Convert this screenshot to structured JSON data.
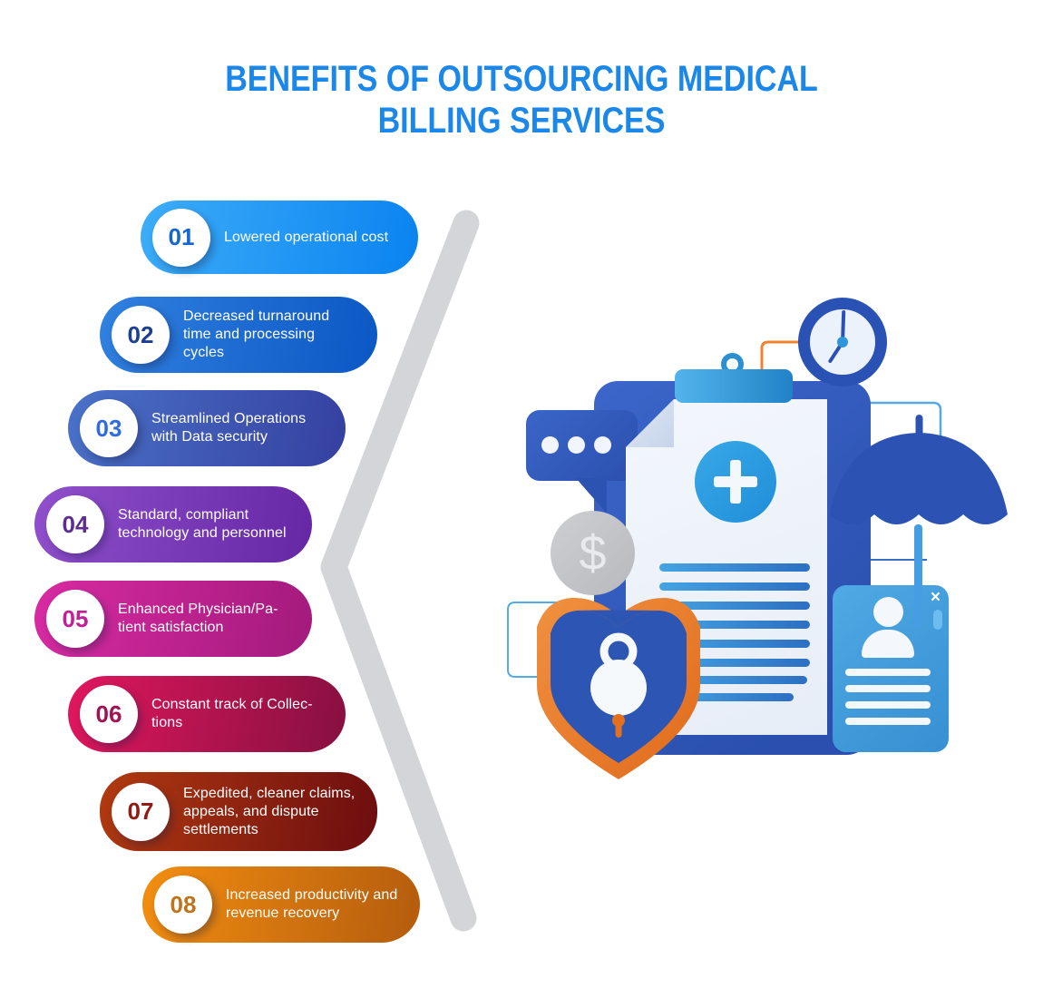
{
  "title": {
    "lines": [
      "BENEFITS OF OUTSOURCING MEDICAL",
      "BILLING SERVICES"
    ],
    "color": "#1b87e8"
  },
  "benefits": [
    {
      "number": "01",
      "lines": [
        "Lowered operational cost"
      ],
      "gradient": [
        "#3dadf8",
        "#0a83f0"
      ],
      "number_color": "#1565d2"
    },
    {
      "number": "02",
      "lines": [
        "Decreased turnaround",
        "time and processing",
        "cycles"
      ],
      "gradient": [
        "#3181e0",
        "#0b57c4"
      ],
      "number_color": "#1c3e93"
    },
    {
      "number": "03",
      "lines": [
        "Streamlined Operations",
        "with Data security"
      ],
      "gradient": [
        "#4a72c8",
        "#35409f"
      ],
      "number_color": "#2f6be2"
    },
    {
      "number": "04",
      "lines": [
        "Standard, compliant",
        "technology and personnel"
      ],
      "gradient": [
        "#9050cc",
        "#6527a4"
      ],
      "number_color": "#5e2d92"
    },
    {
      "number": "05",
      "lines": [
        "Enhanced Physician/Pa-",
        "tient satisfaction"
      ],
      "gradient": [
        "#d82ba2",
        "#a31a7c"
      ],
      "number_color": "#c32097"
    },
    {
      "number": "06",
      "lines": [
        "Constant track of Collec-",
        "tions"
      ],
      "gradient": [
        "#e0175e",
        "#871040"
      ],
      "number_color": "#a31250"
    },
    {
      "number": "07",
      "lines": [
        "Expedited, cleaner claims,",
        "appeals, and dispute",
        "settlements"
      ],
      "gradient": [
        "#b03a10",
        "#6d0d10"
      ],
      "number_color": "#8f1a16"
    },
    {
      "number": "08",
      "lines": [
        "Increased productivity and",
        "revenue recovery"
      ],
      "gradient": [
        "#f28e10",
        "#b45c0e"
      ],
      "number_color": "#c0731a"
    }
  ],
  "chevron": {
    "color": "#d3d5d8"
  },
  "illustration": {
    "icons": [
      "clipboard",
      "medical-document",
      "medical-cross",
      "clock",
      "chat-bubble",
      "dollar-coin",
      "security-shield",
      "padlock",
      "id-card",
      "umbrella",
      "close"
    ],
    "dollar_sign": "$",
    "close_glyph": "×",
    "colors": {
      "primary_blue": "#2d55b5",
      "light_blue": "#3f9fdf",
      "clip_blue": "#2282c8",
      "orange": "#e8762a",
      "coin_gray": "#c3c5c7",
      "paper": "#eef3fa"
    }
  }
}
